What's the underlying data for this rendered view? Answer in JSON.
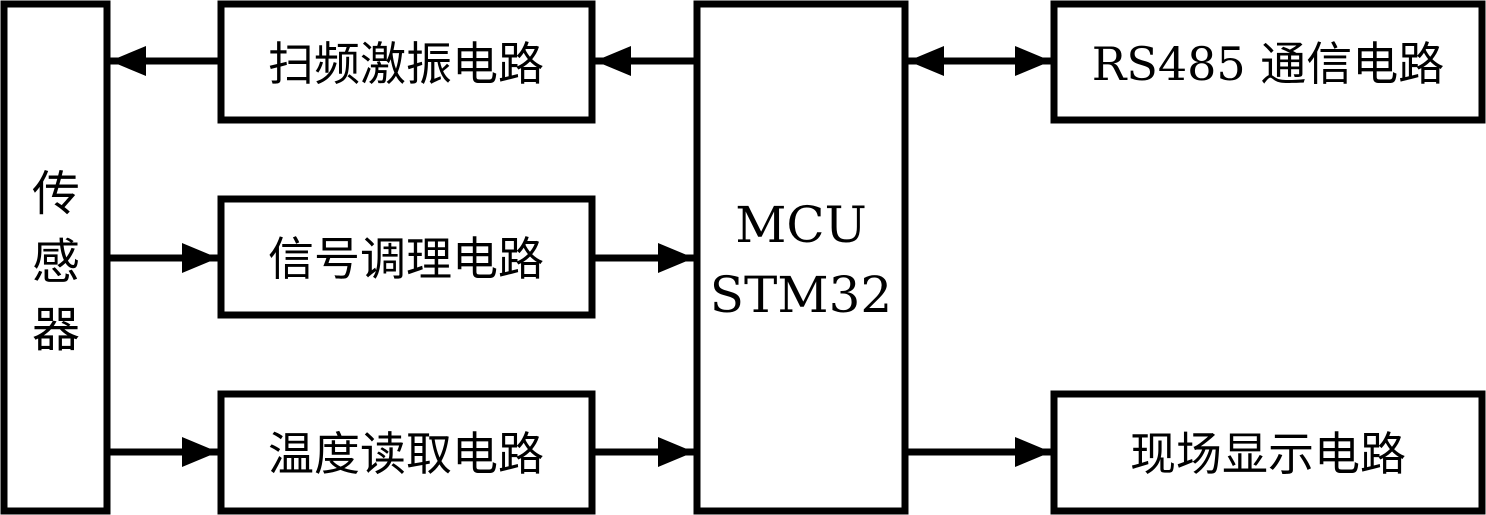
{
  "diagram": {
    "type": "block-diagram",
    "stroke_color": "#000000",
    "background": "#ffffff",
    "nodes": {
      "sensor": {
        "label_chars": [
          "传",
          "感",
          "器"
        ]
      },
      "sweep": {
        "label": "扫频激振电路"
      },
      "signal": {
        "label": "信号调理电路"
      },
      "temp": {
        "label": "温度读取电路"
      },
      "mcu": {
        "line1": "MCU",
        "line2": "STM32"
      },
      "rs485": {
        "label": "RS485 通信电路"
      },
      "display": {
        "label": "现场显示电路"
      }
    },
    "edges": [
      {
        "from": "mcu",
        "to": "sweep",
        "direction": "forward"
      },
      {
        "from": "sweep",
        "to": "sensor",
        "direction": "forward"
      },
      {
        "from": "sensor",
        "to": "signal",
        "direction": "forward"
      },
      {
        "from": "signal",
        "to": "mcu",
        "direction": "forward"
      },
      {
        "from": "sensor",
        "to": "temp",
        "direction": "forward"
      },
      {
        "from": "temp",
        "to": "mcu",
        "direction": "forward"
      },
      {
        "from": "mcu",
        "to": "rs485",
        "direction": "bidirectional"
      },
      {
        "from": "mcu",
        "to": "display",
        "direction": "forward"
      }
    ]
  }
}
